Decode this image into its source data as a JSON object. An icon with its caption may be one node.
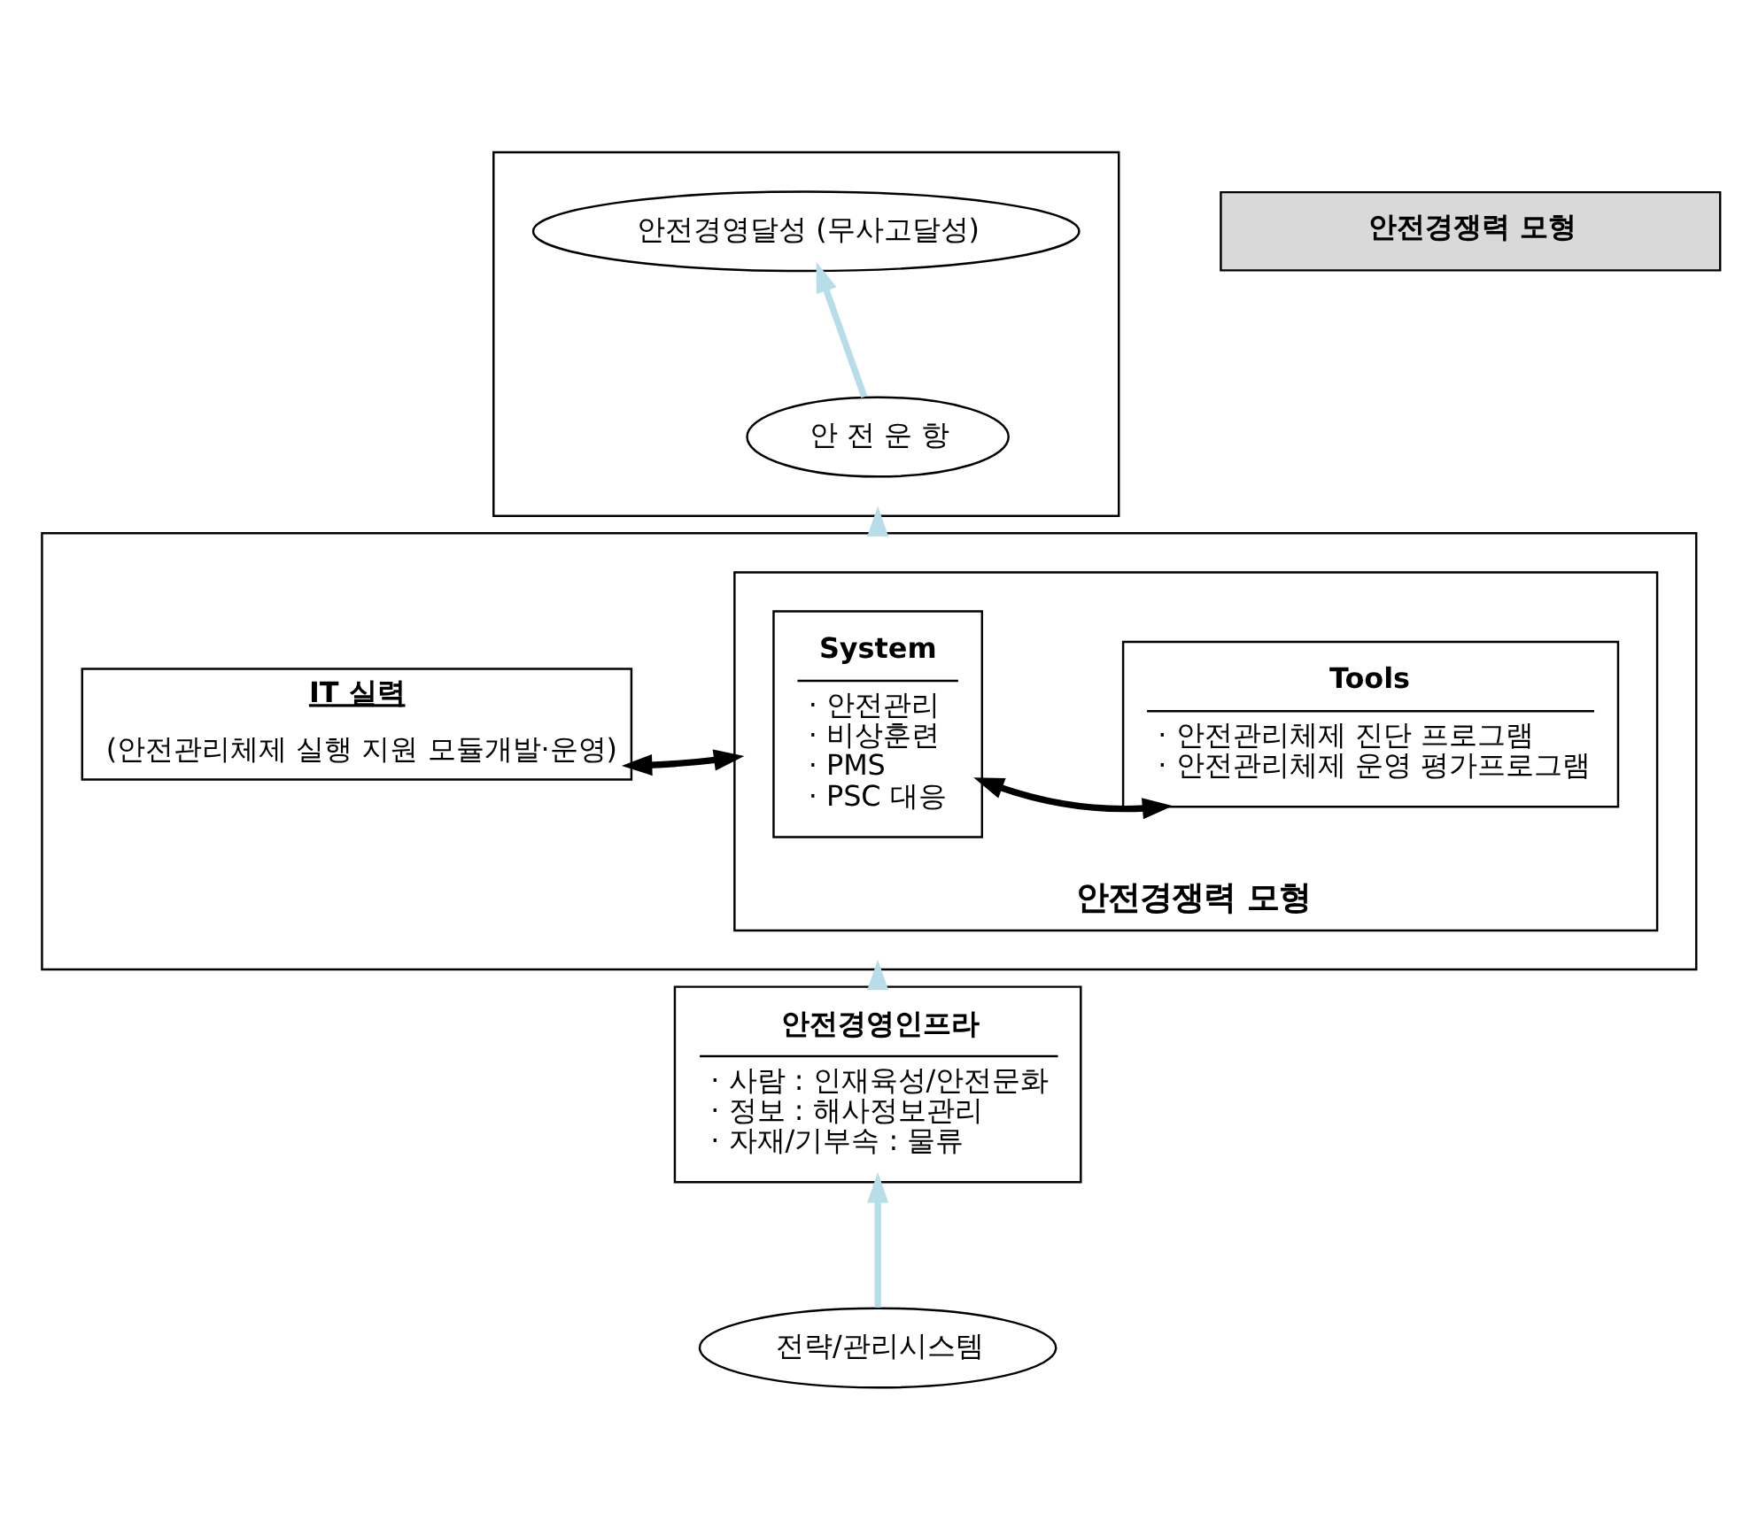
{
  "diagram": {
    "nodes": [
      {
        "text": [
          "안전경쟁력 모형"
        ]
      },
      {
        "text": [],
        "shape": "box"
      },
      {
        "text": [
          "안전경영달성 (무사고달성)"
        ],
        "in": 1
      },
      {
        "text": [
          "안 전 운 항"
        ],
        "in": 1
      },
      {
        "text": [],
        "shape": "box"
      },
      {
        "text": [
          "IT 실력",
          "(안전관리체제 실행 지원 모듈개발·운영)"
        ],
        "in": 4
      },
      {
        "text": [
          "안전경쟁력 모형"
        ],
        "in": 4
      },
      {
        "text": [
          "System",
          "· 안전관리",
          "· 비상훈련",
          "· PMS",
          "· PSC 대응"
        ],
        "in": 6
      },
      {
        "text": [
          "Tools",
          "· 안전관리체제 진단 프로그램",
          "· 안전관리체제 운영 평가프로그램"
        ],
        "in": 6
      },
      {
        "text": [
          "안전경영인프라",
          "· 사람 : 인재육성/안전문화",
          "· 정보 : 해사정보관리",
          "· 자재/기부속 : 물류"
        ]
      },
      {
        "text": [
          "전략/관리시스템"
        ]
      }
    ],
    "edges": [
      {
        "from": 3,
        "to": 2,
        "arrow": "to",
        "color": "#b7dde8"
      },
      {
        "from": 4,
        "to": 1,
        "arrow": "to",
        "color": "#b7dde8"
      },
      {
        "from": 5,
        "to": 6,
        "arrow": "both",
        "color": "#000000"
      },
      {
        "from": 7,
        "to": 8,
        "arrow": "both",
        "color": "#000000"
      },
      {
        "from": 9,
        "to": 4,
        "arrow": "to",
        "color": "#b7dde8"
      },
      {
        "from": 10,
        "to": 9,
        "arrow": "to",
        "color": "#b7dde8"
      }
    ]
  }
}
